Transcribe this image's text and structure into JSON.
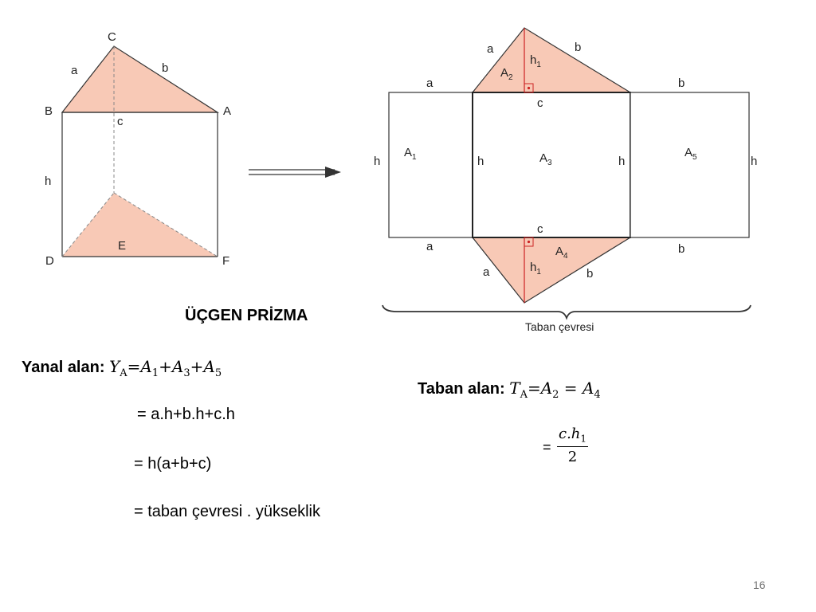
{
  "colors": {
    "face_fill": "#f8c9b6",
    "line": "#333333",
    "height_line": "#cc2222"
  },
  "prism_labels": {
    "c_top": "C",
    "b_left": "B",
    "a_right": "A",
    "d": "D",
    "e": "E",
    "f": "F",
    "edge_a": "a",
    "edge_b": "b",
    "edge_c": "c",
    "edge_h": "h"
  },
  "net_labels": {
    "a": "a",
    "b": "b",
    "c": "c",
    "h": "h",
    "h1": "h",
    "h1_sub": "1",
    "A1": "A",
    "A1_sub": "1",
    "A2": "A",
    "A2_sub": "2",
    "A3": "A",
    "A3_sub": "3",
    "A4": "A",
    "A4_sub": "4",
    "A5": "A",
    "A5_sub": "5",
    "perimeter": "Taban çevresi"
  },
  "title": "ÜÇGEN PRİZMA",
  "lateral": {
    "label": "Yanal alan:",
    "formula": {
      "Y": "Y",
      "Y_sub": "A",
      "A": "A",
      "s1": "1",
      "s3": "3",
      "s5": "5",
      "eq": "=",
      "plus": "+"
    },
    "line2": "= a.h+b.h+c.h",
    "line3": "= h(a+b+c)",
    "line4": "= taban çevresi . yükseklik"
  },
  "base": {
    "label": "Taban alan:",
    "formula": {
      "T": "T",
      "T_sub": "A",
      "eq": "=",
      "A": "A",
      "s2": "2",
      "eq2": " = ",
      "s4": "4"
    },
    "frac_eq": "=",
    "frac_num": "c.h",
    "frac_num_sub": "1",
    "frac_den": "2"
  },
  "page_number": "16"
}
